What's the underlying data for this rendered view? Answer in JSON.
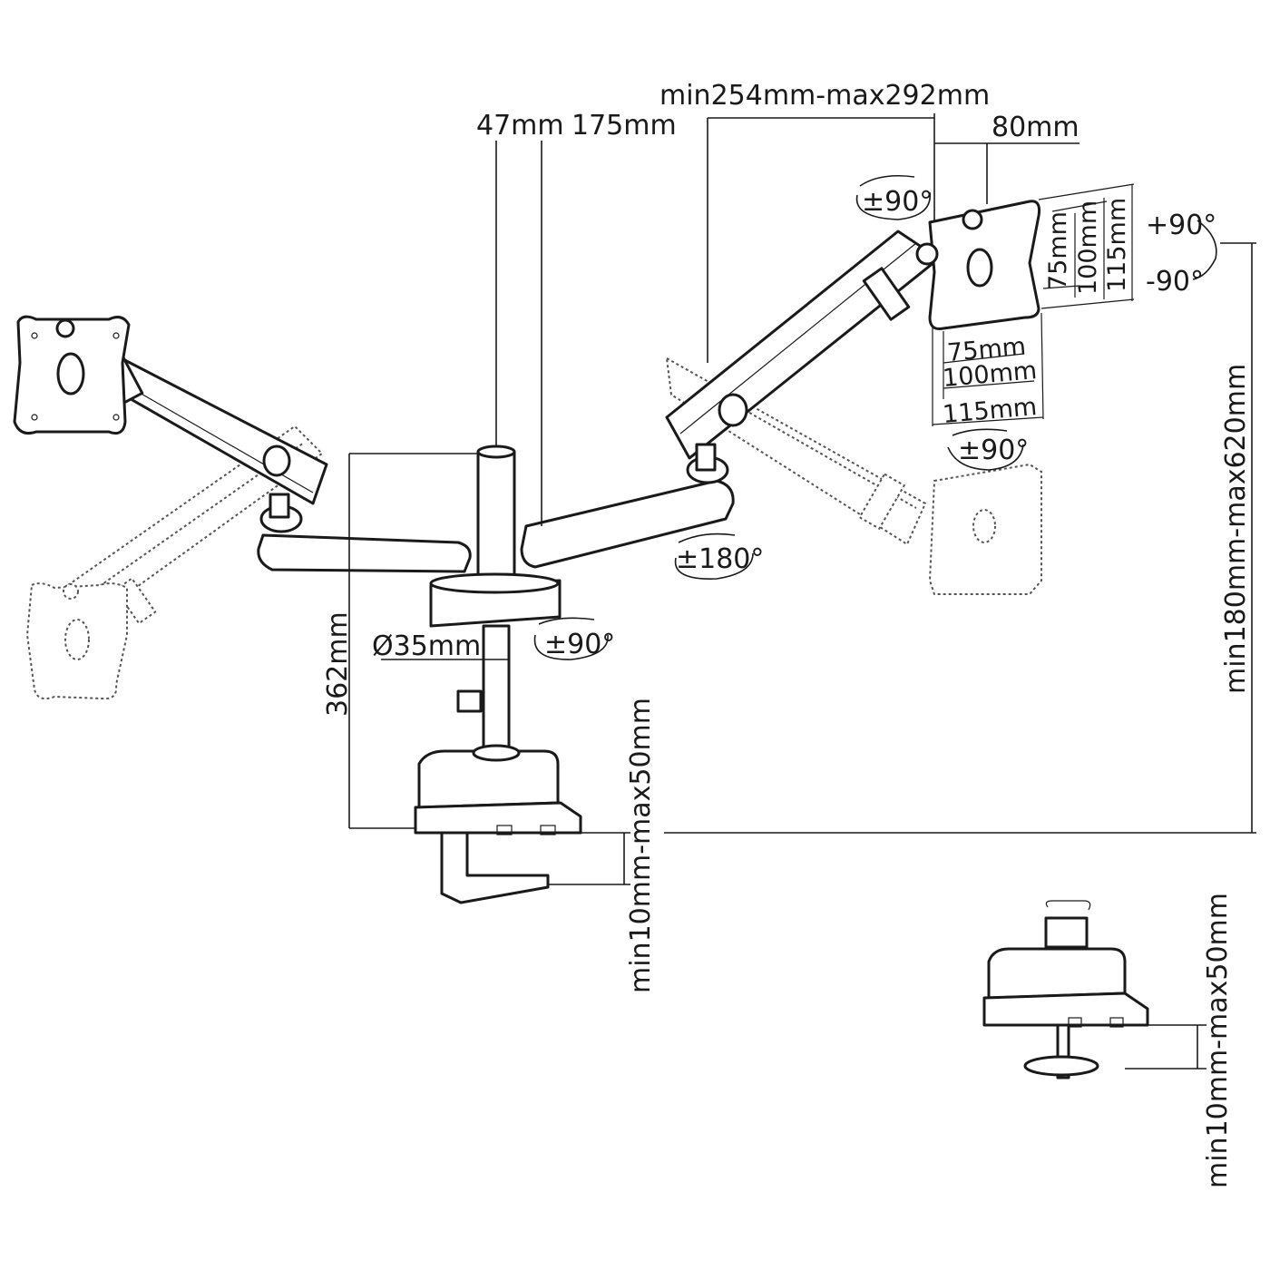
{
  "dimensions": {
    "arm_extension": "min254mm-max292mm",
    "pole_offset": "47mm",
    "arm_span": "175mm",
    "tilt_offset": "80mm",
    "swivel_top": "±90°",
    "tilt_up": "+90°",
    "tilt_down": "-90°",
    "vesa_v75": "75mm",
    "vesa_v100": "100mm",
    "vesa_v115": "115mm",
    "vesa_h75": "75mm",
    "vesa_h100": "100mm",
    "vesa_h115": "115mm",
    "rotation": "±90°",
    "arm_rotation": "±180°",
    "base_rotation": "±90°",
    "pole_diameter": "Ø35mm",
    "pole_height": "362mm",
    "height_range": "min180mm-max620mm",
    "clamp_range": "min10mm-max50mm",
    "grommet_range": "min10mm-max50mm"
  }
}
